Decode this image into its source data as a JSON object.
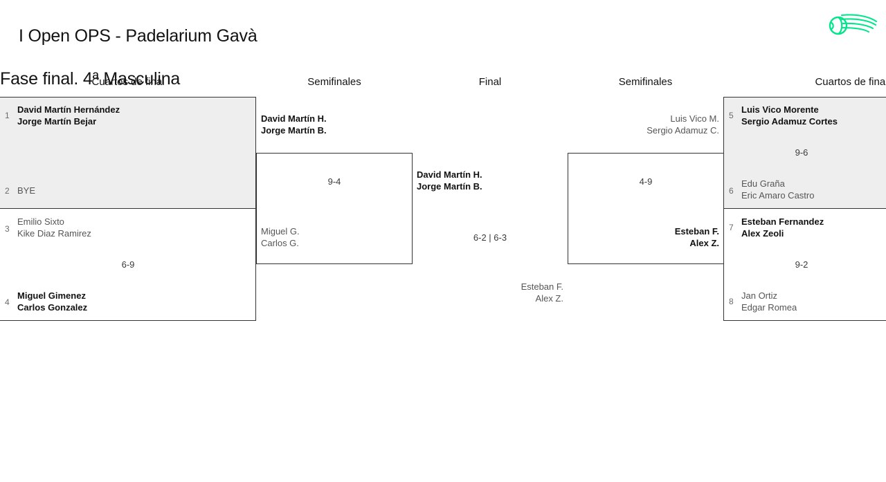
{
  "header": {
    "title_line1": "I Open OPS - Padelarium Gavà",
    "title_line2": "Fase final. 4ª Masculina",
    "logo_name": "padel-ball-swoosh-logo",
    "logo_color": "#00e68a"
  },
  "columns": [
    {
      "key": "qf_left",
      "label": "Cuartos de final"
    },
    {
      "key": "sf_left",
      "label": "Semifinales"
    },
    {
      "key": "final",
      "label": "Final"
    },
    {
      "key": "sf_right",
      "label": "Semifinales"
    },
    {
      "key": "qf_right",
      "label": "Cuartos de final"
    }
  ],
  "bracket": {
    "qf_left": [
      {
        "shaded": true,
        "top": {
          "seed": "1",
          "player1": "David Martín Hernández",
          "player2": "Jorge Martín Bejar",
          "result": "win"
        },
        "bottom": {
          "seed": "2",
          "player1": "BYE",
          "player2": "",
          "result": "bye"
        },
        "score": ""
      },
      {
        "shaded": false,
        "top": {
          "seed": "3",
          "player1": "Emilio Sixto",
          "player2": "Kike Diaz Ramirez",
          "result": "lose"
        },
        "bottom": {
          "seed": "4",
          "player1": "Miguel Gimenez",
          "player2": "Carlos Gonzalez",
          "result": "win"
        },
        "score": "6-9"
      }
    ],
    "sf_left": [
      {
        "top": {
          "player1": "David Martín H.",
          "player2": "Jorge Martín B.",
          "result": "win"
        },
        "bottom": {
          "player1": "Miguel G.",
          "player2": "Carlos G.",
          "result": "lose"
        },
        "score": "9-4"
      }
    ],
    "final": [
      {
        "top": {
          "player1": "David Martín H.",
          "player2": "Jorge Martín B.",
          "result": "win"
        },
        "bottom": {
          "player1": "Esteban F.",
          "player2": "Alex Z.",
          "result": "lose"
        },
        "score": "6-2 | 6-3"
      }
    ],
    "sf_right": [
      {
        "top": {
          "player1": "Luis Vico M.",
          "player2": "Sergio Adamuz C.",
          "result": "lose"
        },
        "bottom": {
          "player1": "Esteban F.",
          "player2": "Alex Z.",
          "result": "win"
        },
        "score": "4-9"
      }
    ],
    "qf_right": [
      {
        "shaded": true,
        "top": {
          "seed": "5",
          "player1": "Luis Vico Morente",
          "player2": "Sergio Adamuz Cortes",
          "result": "win"
        },
        "bottom": {
          "seed": "6",
          "player1": "Edu Graña",
          "player2": "Eric Amaro Castro",
          "result": "lose"
        },
        "score": "9-6"
      },
      {
        "shaded": false,
        "top": {
          "seed": "7",
          "player1": "Esteban Fernandez",
          "player2": "Alex Zeoli",
          "result": "win"
        },
        "bottom": {
          "seed": "8",
          "player1": "Jan Ortiz",
          "player2": "Edgar Romea",
          "result": "lose"
        },
        "score": "9-2"
      }
    ]
  }
}
